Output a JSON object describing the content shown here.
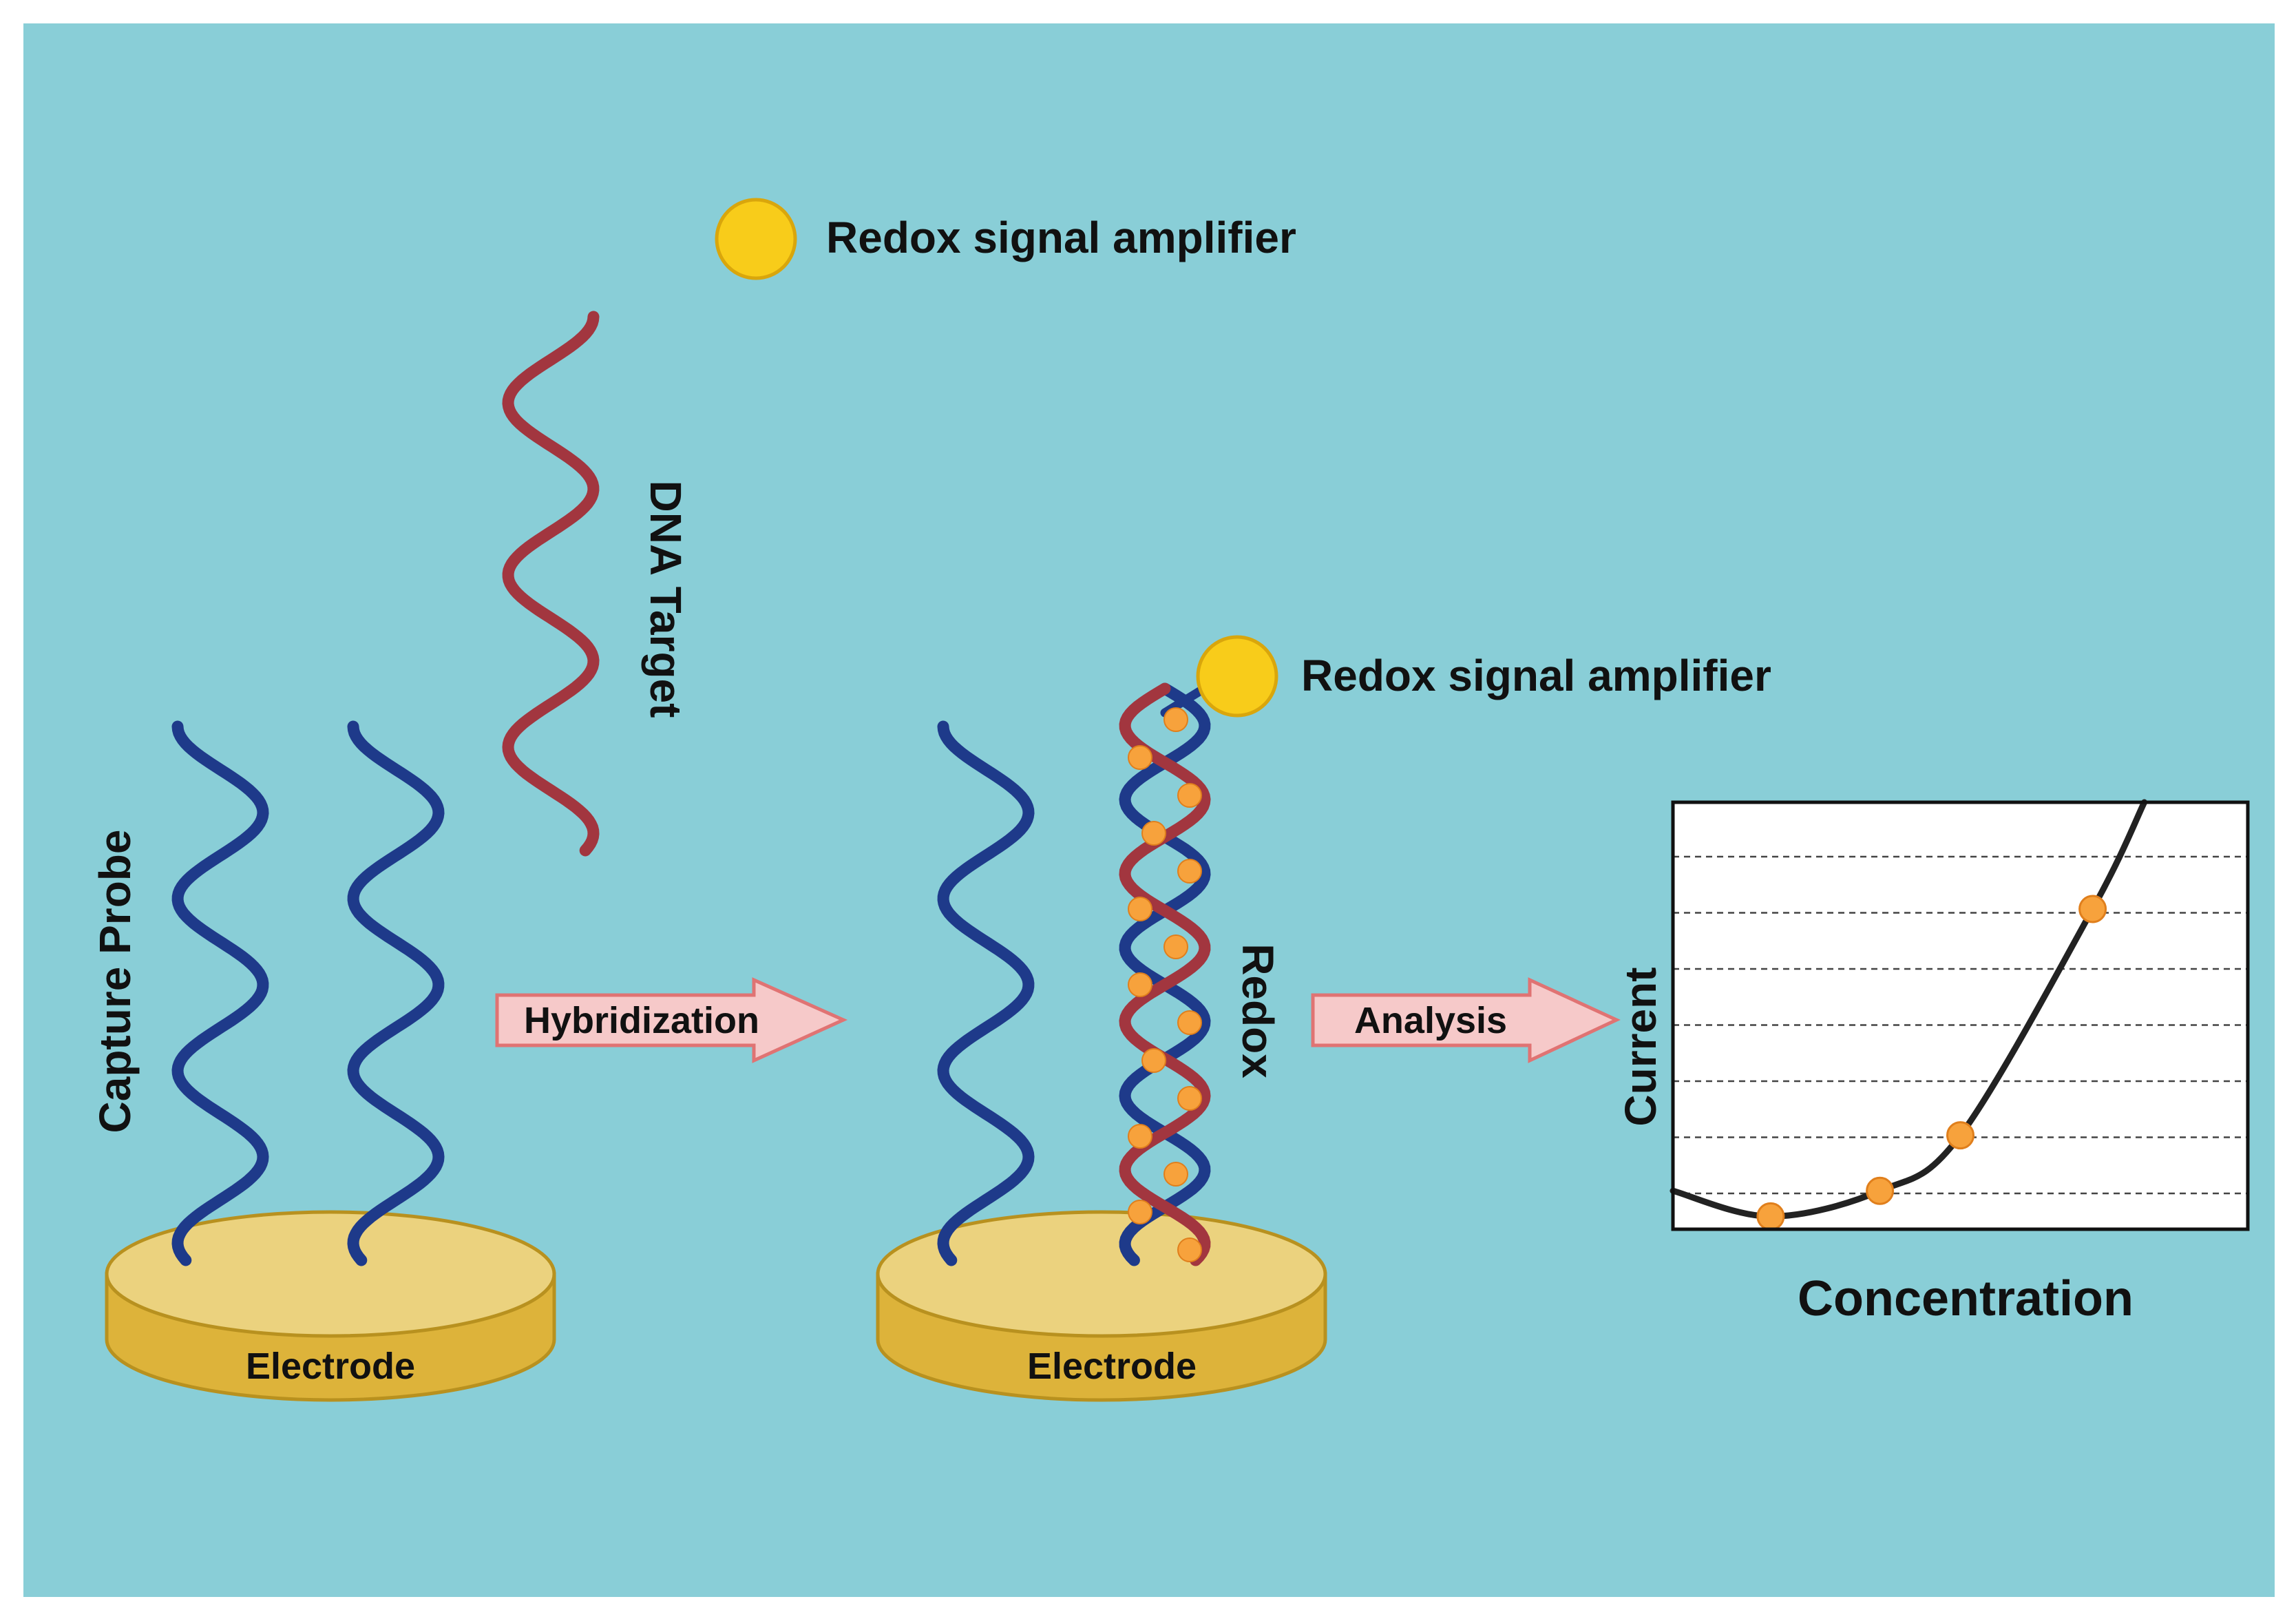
{
  "colors": {
    "background": "#89CED7",
    "capture_strand": "#1E3A8A",
    "target_strand": "#A2363F",
    "electrode_top": "#EBD27E",
    "electrode_side": "#DDB33A",
    "electrode_edge": "#B8911F",
    "amplifier": "#F8CC1A",
    "redox_dot": "#F7A23C",
    "arrow_fill": "#F6C9C9",
    "arrow_stroke": "#E07373",
    "curve": "#222222"
  },
  "legend": {
    "amplifier_label": "Redox signal amplifier"
  },
  "labels": {
    "capture_probe": "Capture Probe",
    "dna_target": "DNA Target",
    "electrode_left": "Electrode",
    "electrode_right": "Electrode",
    "hybridization": "Hybridization",
    "analysis": "Analysis",
    "redox": "Redox",
    "amplifier_attached": "Redox signal amplifier"
  },
  "icons": {
    "amplifier": "yellow-sphere-icon",
    "arrow": "right-arrow-icon"
  },
  "plot": {
    "xlabel": "Concentration",
    "ylabel": "Current",
    "grid": "horizontal-dashed",
    "points": [
      {
        "x": 0.17,
        "y": 0.03
      },
      {
        "x": 0.36,
        "y": 0.09
      },
      {
        "x": 0.5,
        "y": 0.22
      },
      {
        "x": 0.73,
        "y": 0.75
      }
    ]
  }
}
